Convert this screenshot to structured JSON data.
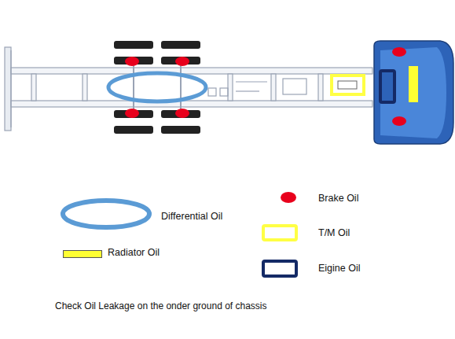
{
  "diagram": {
    "caption": "Check Oil Leakage on the onder ground of chassis",
    "legend": [
      {
        "text": "Differential Oil"
      },
      {
        "text": "Brake Oil",
        "color": "#e8001c"
      },
      {
        "text": "T/M Oil"
      },
      {
        "text": "Radiator Oil",
        "color": "#ffff33"
      },
      {
        "text": "Eigine Oil"
      }
    ]
  }
}
